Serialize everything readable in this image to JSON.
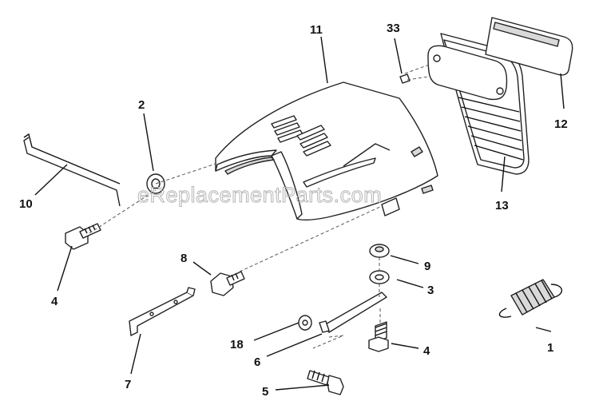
{
  "watermark": "eReplacementParts.com",
  "callouts": {
    "c1": "1",
    "c2": "2",
    "c3": "3",
    "c4a": "4",
    "c4b": "4",
    "c5": "5",
    "c6": "6",
    "c7": "7",
    "c8": "8",
    "c9": "9",
    "c10": "10",
    "c11": "11",
    "c12": "12",
    "c13": "13",
    "c18": "18",
    "c33": "33"
  }
}
